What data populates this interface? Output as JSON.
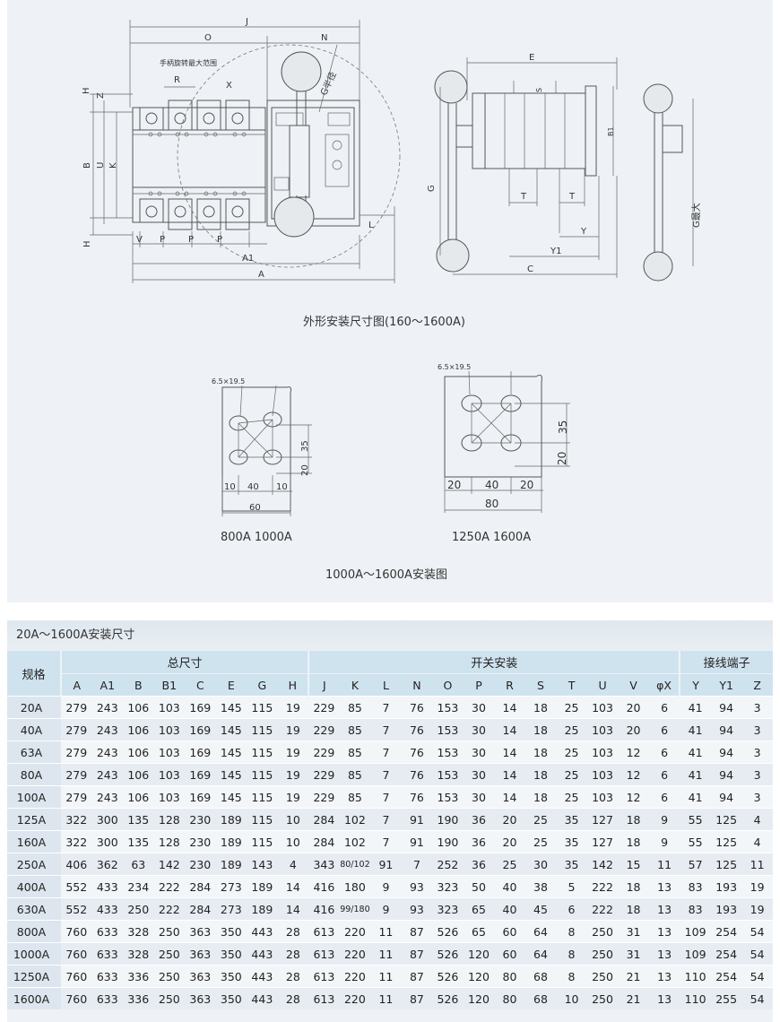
{
  "drawing": {
    "caption_outline": "外形安装尺寸图(160～1600A)",
    "caption_install": "1000A～1600A安装图",
    "handle_range_label": "手柄旋转最大范围",
    "g_radius_label": "G半径",
    "g_max_label": "G最大",
    "hole_label": "6.5×19.5",
    "sub_800": "800A  1000A",
    "sub_1250": "1250A  1600A",
    "dim_letters": {
      "J": "J",
      "O": "O",
      "N": "N",
      "R": "R",
      "X": "X",
      "H": "H",
      "Z": "Z",
      "B": "B",
      "U": "U",
      "K": "K",
      "V": "V",
      "P": "P",
      "A1": "A1",
      "A": "A",
      "L": "L",
      "E": "E",
      "S": "S",
      "B1": "B1",
      "G": "G",
      "T": "T",
      "Y": "Y",
      "Y1": "Y1",
      "C": "C"
    },
    "dims_800": {
      "d35": "35",
      "d20": "20",
      "d10a": "10",
      "d40": "40",
      "d10b": "10",
      "d60": "60"
    },
    "dims_1250": {
      "d35": "35",
      "d20": "20",
      "d20a": "20",
      "d40": "40",
      "d20b": "20",
      "d80": "80"
    }
  },
  "table": {
    "title": "20A～1600A安装尺寸",
    "spec_header": "规格",
    "groups": [
      {
        "label": "总尺寸",
        "span": 8
      },
      {
        "label": "开关安装",
        "span": 12
      },
      {
        "label": "接线端子",
        "span": 7
      }
    ],
    "columns": [
      "A",
      "A1",
      "B",
      "B1",
      "C",
      "E",
      "G",
      "H",
      "J",
      "K",
      "L",
      "N",
      "O",
      "P",
      "R",
      "S",
      "T",
      "U",
      "V",
      "φX",
      "Y",
      "Y1",
      "Z"
    ],
    "rows": [
      [
        "20A",
        "279",
        "243",
        "106",
        "103",
        "169",
        "145",
        "115",
        "19",
        "229",
        "85",
        "7",
        "76",
        "153",
        "30",
        "14",
        "18",
        "25",
        "103",
        "20",
        "6",
        "41",
        "94",
        "3"
      ],
      [
        "40A",
        "279",
        "243",
        "106",
        "103",
        "169",
        "145",
        "115",
        "19",
        "229",
        "85",
        "7",
        "76",
        "153",
        "30",
        "14",
        "18",
        "25",
        "103",
        "20",
        "6",
        "41",
        "94",
        "3"
      ],
      [
        "63A",
        "279",
        "243",
        "106",
        "103",
        "169",
        "145",
        "115",
        "19",
        "229",
        "85",
        "7",
        "76",
        "153",
        "30",
        "14",
        "18",
        "25",
        "103",
        "12",
        "6",
        "41",
        "94",
        "3"
      ],
      [
        "80A",
        "279",
        "243",
        "106",
        "103",
        "169",
        "145",
        "115",
        "19",
        "229",
        "85",
        "7",
        "76",
        "153",
        "30",
        "14",
        "18",
        "25",
        "103",
        "12",
        "6",
        "41",
        "94",
        "3"
      ],
      [
        "100A",
        "279",
        "243",
        "106",
        "103",
        "169",
        "145",
        "115",
        "19",
        "229",
        "85",
        "7",
        "76",
        "153",
        "30",
        "14",
        "18",
        "25",
        "103",
        "12",
        "6",
        "41",
        "94",
        "3"
      ],
      [
        "125A",
        "322",
        "300",
        "135",
        "128",
        "230",
        "189",
        "115",
        "10",
        "284",
        "102",
        "7",
        "91",
        "190",
        "36",
        "20",
        "25",
        "35",
        "127",
        "18",
        "9",
        "55",
        "125",
        "4"
      ],
      [
        "160A",
        "322",
        "300",
        "135",
        "128",
        "230",
        "189",
        "115",
        "10",
        "284",
        "102",
        "7",
        "91",
        "190",
        "36",
        "20",
        "25",
        "35",
        "127",
        "18",
        "9",
        "55",
        "125",
        "4"
      ],
      [
        "250A",
        "406",
        "362",
        "63",
        "142",
        "230",
        "189",
        "143",
        "4",
        "343",
        "80/102",
        "91",
        "7",
        "252",
        "36",
        "25",
        "30",
        "35",
        "142",
        "15",
        "11",
        "57",
        "125",
        "11"
      ],
      [
        "400A",
        "552",
        "433",
        "234",
        "222",
        "284",
        "273",
        "189",
        "14",
        "416",
        "180",
        "9",
        "93",
        "323",
        "50",
        "40",
        "38",
        "5",
        "222",
        "18",
        "13",
        "83",
        "193",
        "19"
      ],
      [
        "630A",
        "552",
        "433",
        "250",
        "222",
        "284",
        "273",
        "189",
        "14",
        "416",
        "99/180",
        "9",
        "93",
        "323",
        "65",
        "40",
        "45",
        "6",
        "222",
        "18",
        "13",
        "83",
        "193",
        "19"
      ],
      [
        "800A",
        "760",
        "633",
        "328",
        "250",
        "363",
        "350",
        "443",
        "28",
        "613",
        "220",
        "11",
        "87",
        "526",
        "65",
        "60",
        "64",
        "8",
        "250",
        "31",
        "13",
        "109",
        "254",
        "54"
      ],
      [
        "1000A",
        "760",
        "633",
        "328",
        "250",
        "363",
        "350",
        "443",
        "28",
        "613",
        "220",
        "11",
        "87",
        "526",
        "120",
        "60",
        "64",
        "8",
        "250",
        "31",
        "13",
        "109",
        "254",
        "54"
      ],
      [
        "1250A",
        "760",
        "633",
        "336",
        "250",
        "363",
        "350",
        "443",
        "28",
        "613",
        "220",
        "11",
        "87",
        "526",
        "120",
        "80",
        "68",
        "8",
        "250",
        "21",
        "13",
        "110",
        "254",
        "54"
      ],
      [
        "1600A",
        "760",
        "633",
        "336",
        "250",
        "363",
        "350",
        "443",
        "28",
        "613",
        "220",
        "11",
        "87",
        "526",
        "120",
        "80",
        "68",
        "10",
        "250",
        "21",
        "13",
        "110",
        "255",
        "54"
      ]
    ]
  }
}
